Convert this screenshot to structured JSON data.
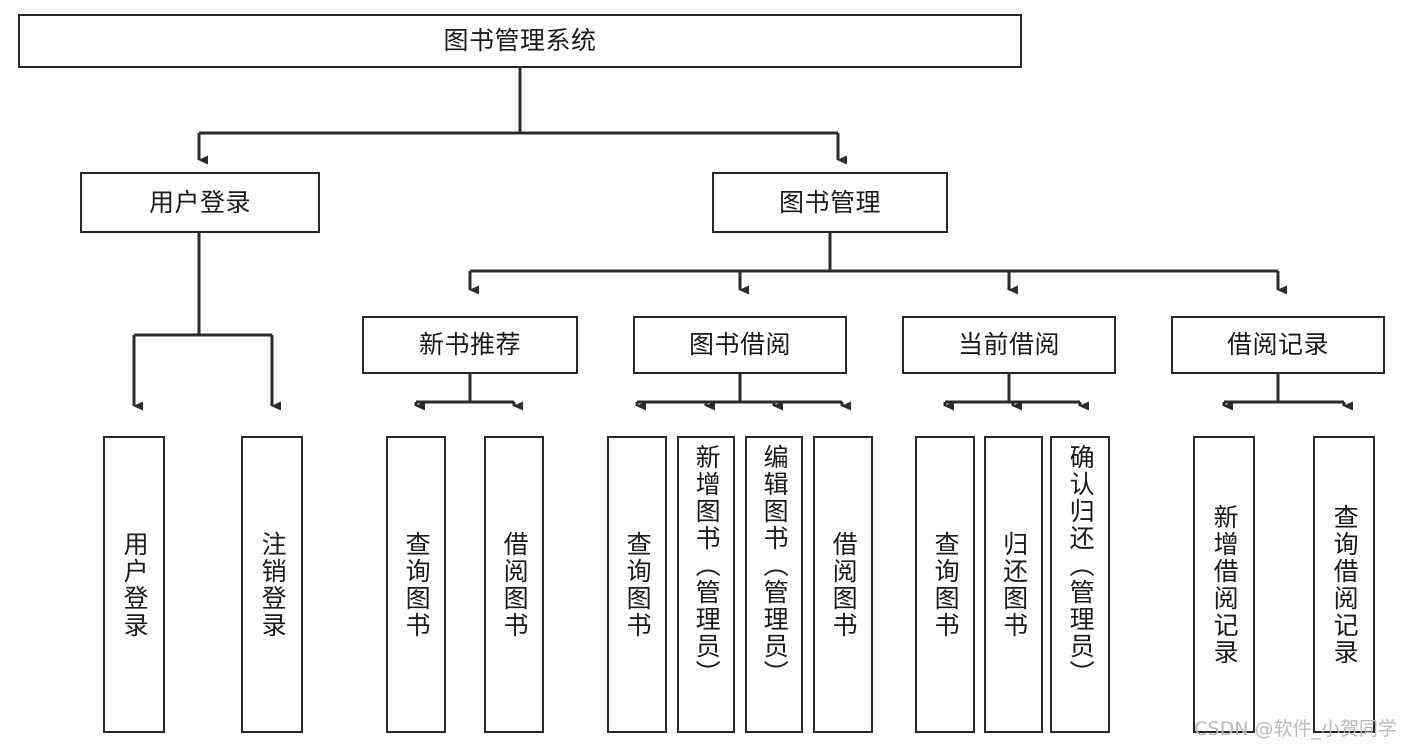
{
  "diagram": {
    "title": "图书管理系统",
    "type": "functional-structure-tree",
    "orientation": "top-down",
    "stroke_color": "#262626",
    "fill_color": "#ffffff",
    "text_color": "#1a1a1a",
    "watermark": "CSDN @软件_小贺同学",
    "nodes": {
      "root": {
        "label": "图书管理系统"
      },
      "level2": [
        {
          "id": "user-login",
          "label": "用户登录"
        },
        {
          "id": "book-manage",
          "label": "图书管理"
        }
      ],
      "level3": [
        {
          "id": "new-book-recommend",
          "label": "新书推荐"
        },
        {
          "id": "book-borrow",
          "label": "图书借阅"
        },
        {
          "id": "current-borrow",
          "label": "当前借阅"
        },
        {
          "id": "borrow-record",
          "label": "借阅记录"
        }
      ],
      "leaves": {
        "user-login": [
          {
            "id": "leaf-user-login",
            "label": "用户登录"
          },
          {
            "id": "leaf-logout-login",
            "label": "注销登录"
          }
        ],
        "new-book-recommend": [
          {
            "id": "leaf-query-book-1",
            "label": "查询图书"
          },
          {
            "id": "leaf-borrow-book-1",
            "label": "借阅图书"
          }
        ],
        "book-borrow": [
          {
            "id": "leaf-query-book-2",
            "label": "查询图书"
          },
          {
            "id": "leaf-add-book",
            "label": "新增图书（管理员）"
          },
          {
            "id": "leaf-edit-book",
            "label": "编辑图书（管理员）"
          },
          {
            "id": "leaf-borrow-book-2",
            "label": "借阅图书"
          }
        ],
        "current-borrow": [
          {
            "id": "leaf-query-book-3",
            "label": "查询图书"
          },
          {
            "id": "leaf-return-book",
            "label": "归还图书"
          },
          {
            "id": "leaf-confirm-return",
            "label": "确认归还（管理员）"
          }
        ],
        "borrow-record": [
          {
            "id": "leaf-add-record",
            "label": "新增借阅记录"
          },
          {
            "id": "leaf-query-record",
            "label": "查询借阅记录"
          }
        ]
      }
    }
  }
}
